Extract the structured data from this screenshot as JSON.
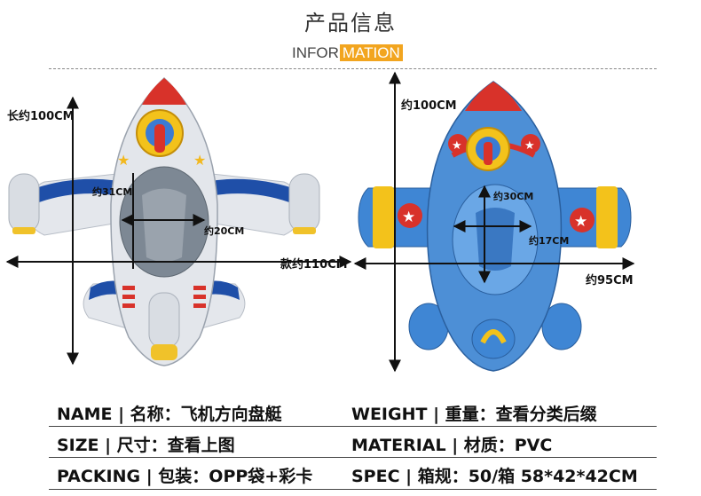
{
  "header": {
    "title": "产品信息",
    "subtitle_part1": "INFOR",
    "subtitle_part2": "MATION",
    "accent_color": "#f2a51f"
  },
  "left_image": {
    "length_label": "长约100CM",
    "width_label": "款约110CM",
    "seat_height_label": "约31CM",
    "seat_width_label": "约20CM",
    "colors": {
      "body": "#dfe3e8",
      "nose": "#d8322a",
      "wing": "#1f4fa8"
    }
  },
  "right_image": {
    "length_label": "约100CM",
    "width_label": "约95CM",
    "seat_height_label": "约30CM",
    "seat_width_label": "约17CM",
    "colors": {
      "body": "#4d8fd6",
      "nose": "#d8322a",
      "wing_tip": "#f3c21b"
    }
  },
  "specs": {
    "name": "NAME | 名称：飞机方向盘艇",
    "weight": "WEIGHT | 重量：查看分类后缀",
    "size": "SIZE | 尺寸：查看上图",
    "material": "MATERIAL | 材质：PVC",
    "packing": "PACKING | 包装：OPP袋+彩卡",
    "spec": "SPEC | 箱规：50/箱 58*42*42CM"
  }
}
